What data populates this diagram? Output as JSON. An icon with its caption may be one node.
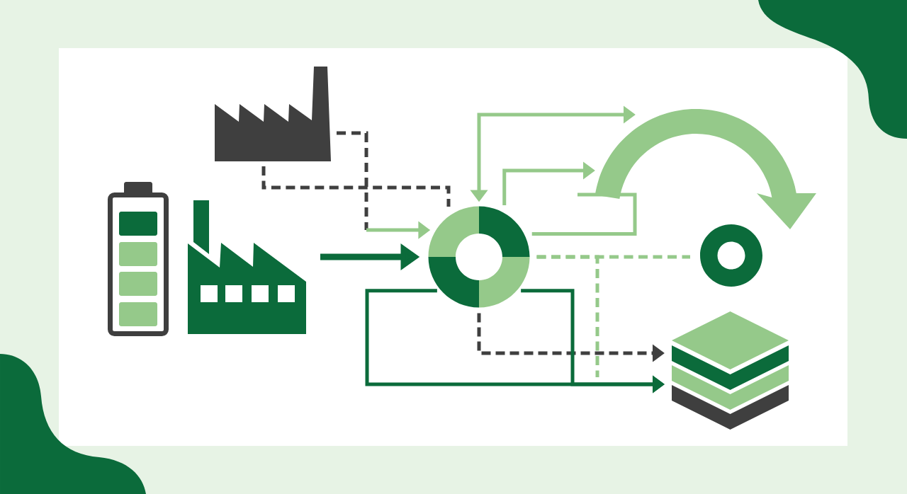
{
  "diagram": {
    "nodes": [
      {
        "text": [],
        "shape": "picture"
      },
      {
        "text": [],
        "shape": "picture"
      },
      {
        "text": [],
        "shape": "picture"
      },
      {
        "text": [],
        "shape": "ring"
      },
      {
        "text": [],
        "shape": "arrow"
      },
      {
        "text": [],
        "shape": "ring"
      },
      {
        "text": [],
        "shape": "picture"
      }
    ],
    "edges": [
      {
        "from": 0,
        "to": 3,
        "arrow": "to",
        "style": "dashed",
        "color": "#3f3f3f"
      },
      {
        "from": 0,
        "to": 3,
        "arrow": "none",
        "style": "dashed",
        "color": "#3f3f3f"
      },
      {
        "from": 2,
        "to": 3,
        "arrow": "to",
        "style": "thick",
        "color": "#0b6b3b"
      },
      {
        "from": 3,
        "to": 4,
        "arrow": "both"
      },
      {
        "from": 3,
        "to": 4,
        "arrow": "to"
      },
      {
        "from": 3,
        "to": 4,
        "arrow": "none"
      },
      {
        "from": 3,
        "to": 5,
        "arrow": "none",
        "style": "dashed"
      },
      {
        "from": 3,
        "to": null,
        "arrow": "none",
        "style": "dashed"
      },
      {
        "from": 3,
        "to": 6,
        "arrow": "to",
        "style": "dashed",
        "color": "#3f3f3f"
      },
      {
        "from": 3,
        "to": 6,
        "arrow": "to",
        "color": "#0b6b3b"
      },
      {
        "from": 3,
        "to": 6,
        "arrow": "to",
        "color": "#0b6b3b"
      }
    ]
  }
}
